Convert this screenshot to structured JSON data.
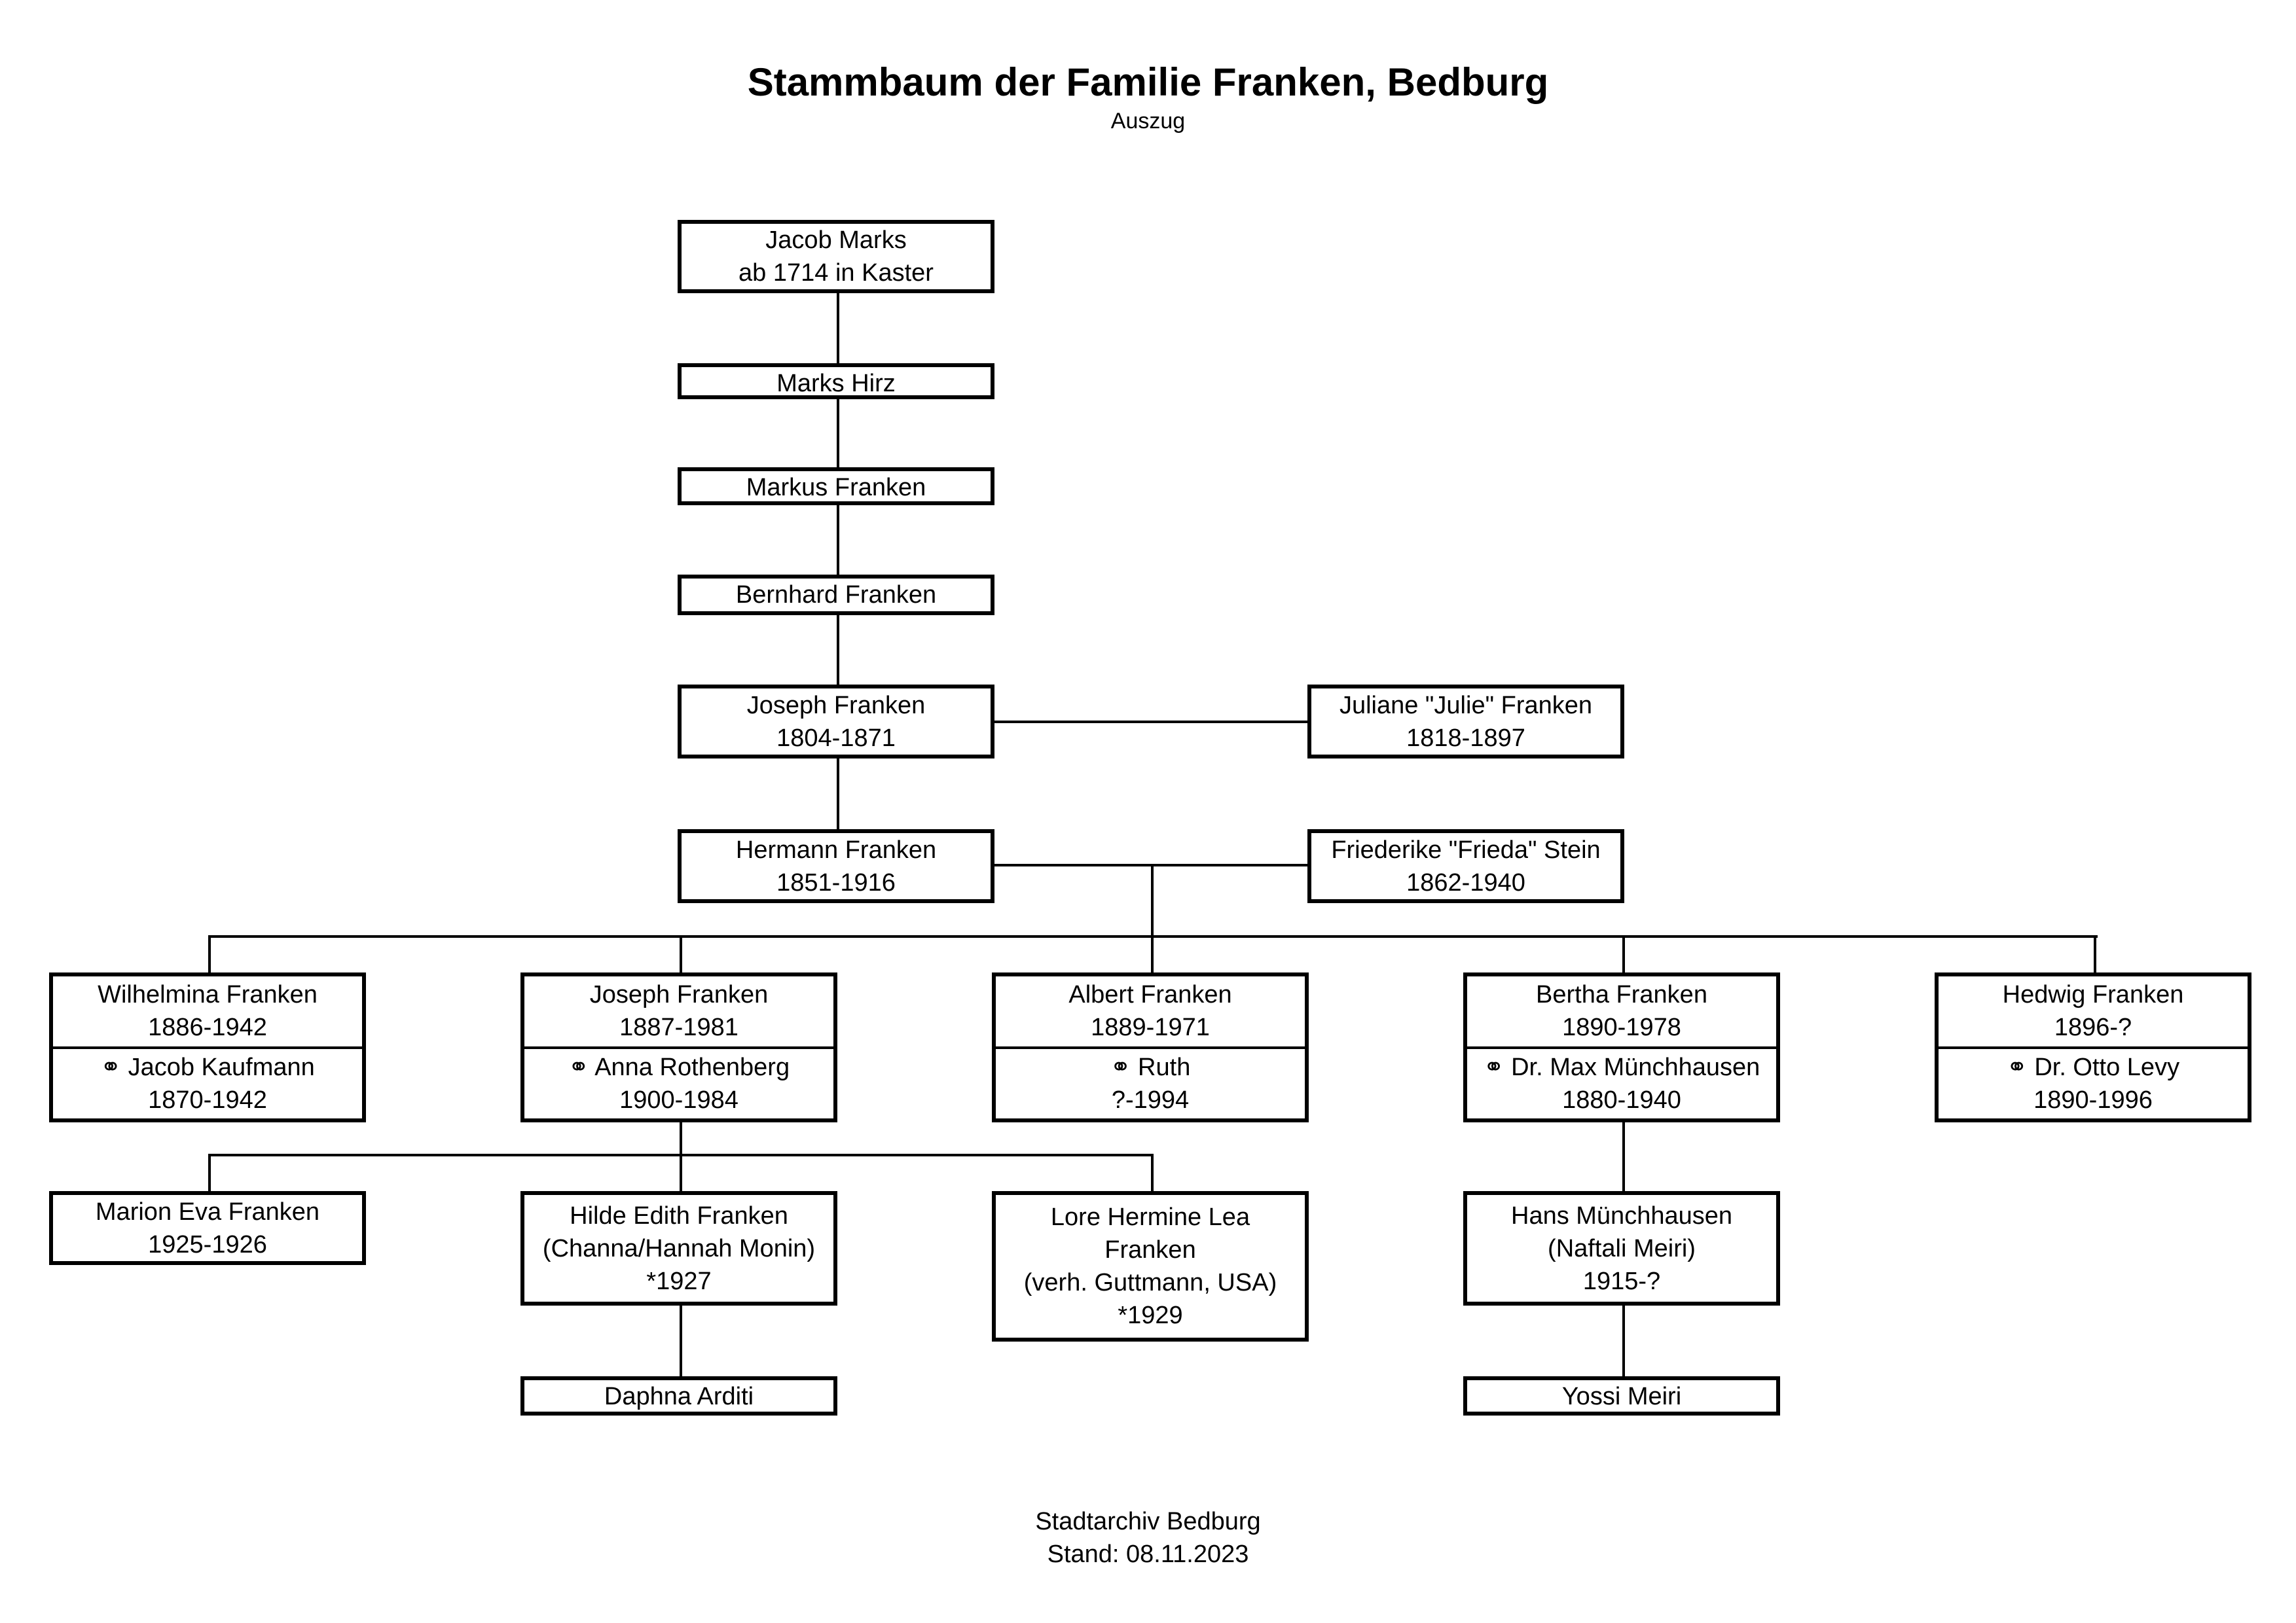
{
  "header": {
    "title": "Stammbaum der Familie Franken, Bedburg",
    "subtitle": "Auszug"
  },
  "persons": {
    "jacob_marks": {
      "name": "Jacob Marks",
      "detail": "ab 1714 in Kaster"
    },
    "marks_hirz": {
      "name": "Marks Hirz"
    },
    "markus_franken": {
      "name": "Markus Franken"
    },
    "bernhard_franken": {
      "name": "Bernhard Franken"
    },
    "joseph_franken_sr": {
      "name": "Joseph Franken",
      "dates": "1804-1871"
    },
    "juliane_franken": {
      "name": "Juliane \"Julie\" Franken",
      "dates": "1818-1897"
    },
    "hermann_franken": {
      "name": "Hermann Franken",
      "dates": "1851-1916"
    },
    "friederike_stein": {
      "name": "Friederike \"Frieda\" Stein",
      "dates": "1862-1940"
    },
    "wilhelmina": {
      "name": "Wilhelmina Franken",
      "dates": "1886-1942",
      "spouse": "⚭ Jacob Kaufmann",
      "spouse_dates": "1870-1942"
    },
    "joseph_jr": {
      "name": "Joseph Franken",
      "dates": "1887-1981",
      "spouse": "⚭ Anna Rothenberg",
      "spouse_dates": "1900-1984"
    },
    "albert": {
      "name": "Albert Franken",
      "dates": "1889-1971",
      "spouse": "⚭ Ruth",
      "spouse_dates": "?-1994"
    },
    "bertha": {
      "name": "Bertha Franken",
      "dates": "1890-1978",
      "spouse": "⚭ Dr. Max Münchhausen",
      "spouse_dates": "1880-1940"
    },
    "hedwig": {
      "name": "Hedwig Franken",
      "dates": "1896-?",
      "spouse": "⚭ Dr. Otto Levy",
      "spouse_dates": "1890-1996"
    },
    "marion": {
      "name": "Marion Eva Franken",
      "dates": "1925-1926"
    },
    "hilde": {
      "name": "Hilde Edith Franken",
      "alias": "(Channa/Hannah Monin)",
      "dates": "*1927"
    },
    "lore": {
      "name_line1": "Lore Hermine Lea",
      "name_line2": "Franken",
      "note": "(verh. Guttmann, USA)",
      "dates": "*1929"
    },
    "hans": {
      "name": "Hans Münchhausen",
      "alias": "(Naftali Meiri)",
      "dates": "1915-?"
    },
    "daphna": {
      "name": "Daphna Arditi"
    },
    "yossi": {
      "name": "Yossi Meiri"
    }
  },
  "footer": {
    "source": "Stadtarchiv Bedburg",
    "stand": "Stand: 08.11.2023"
  }
}
